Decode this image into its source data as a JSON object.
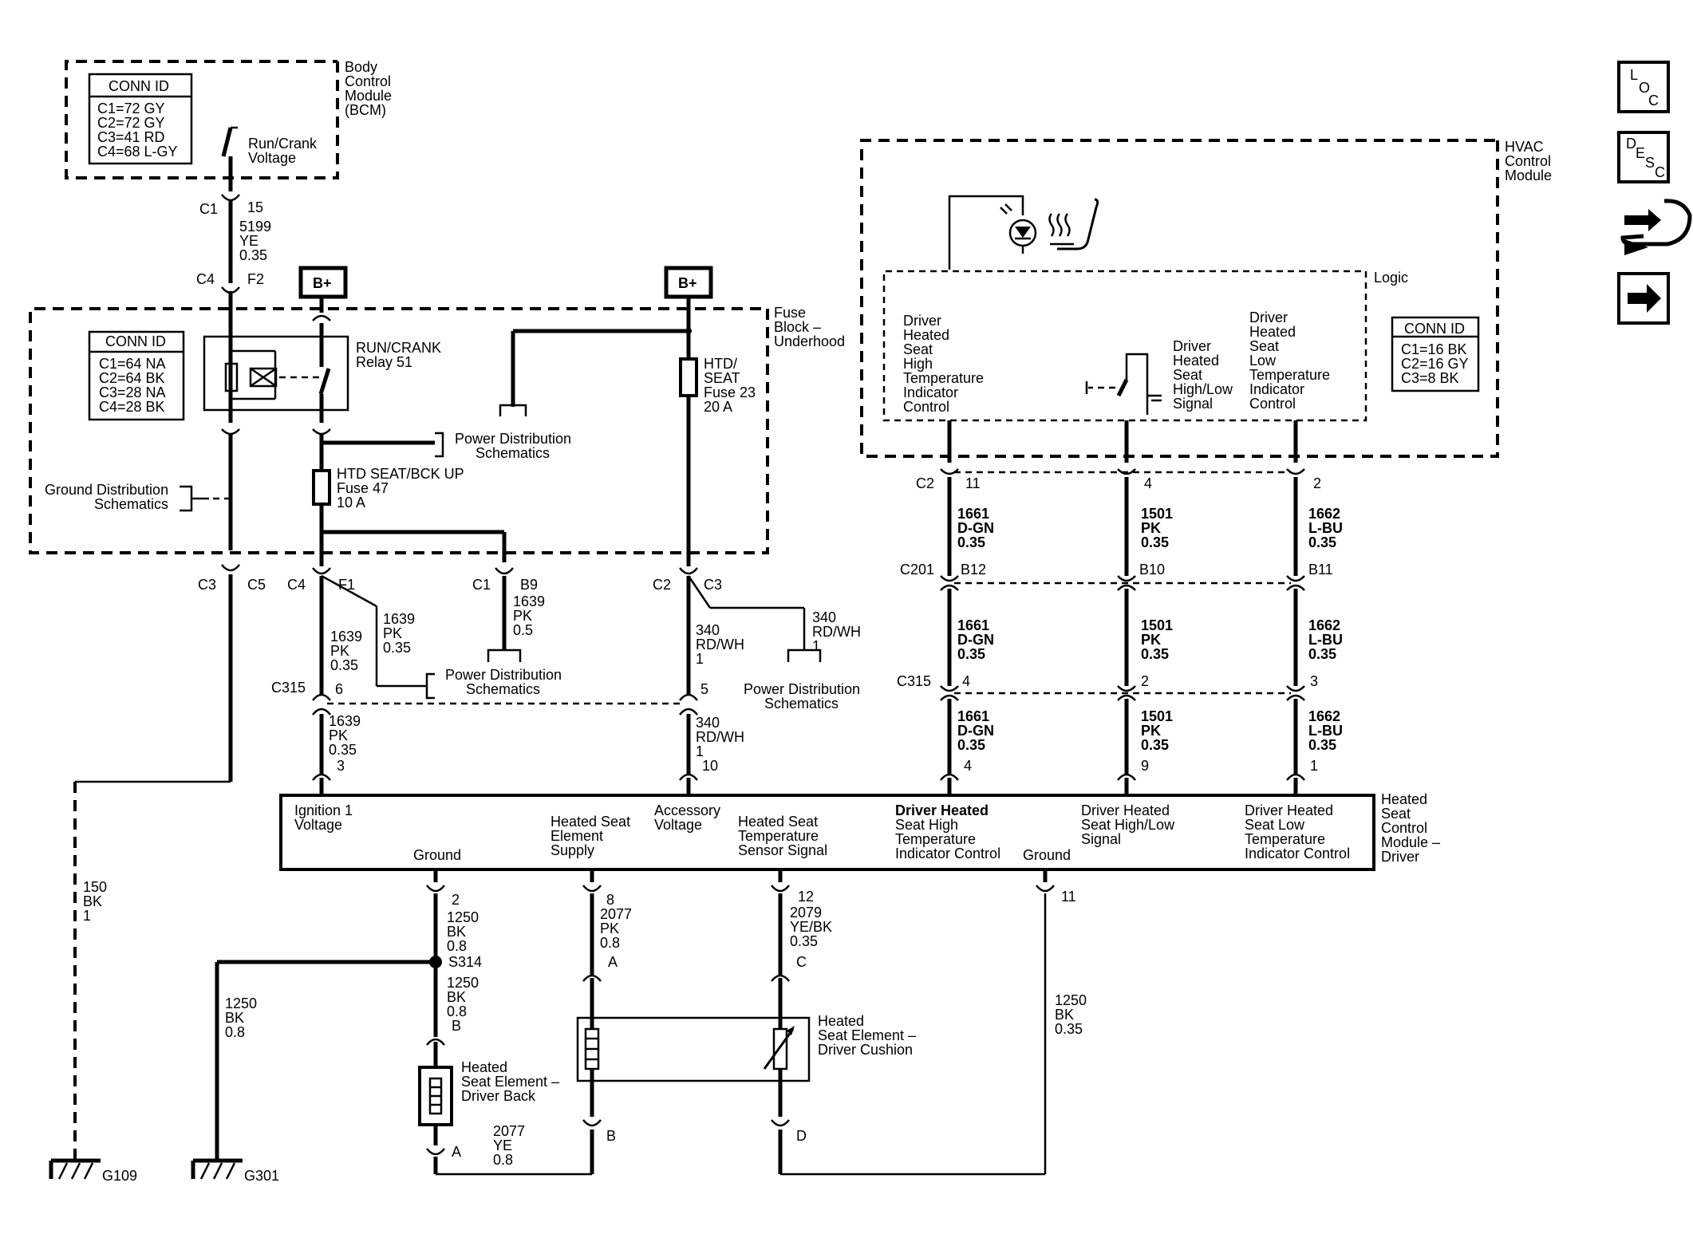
{
  "bcm": {
    "title": [
      "Body",
      "Control",
      "Module",
      "(BCM)"
    ],
    "conn_title": "CONN ID",
    "conn": [
      "C1=72 GY",
      "C2=72 GY",
      "C3=41 RD",
      "C4=68 L-GY"
    ],
    "run_crank": [
      "Run/Crank",
      "Voltage"
    ]
  },
  "fuse_block": {
    "title": [
      "Fuse",
      "Block –",
      "Underhood"
    ],
    "conn_title": "CONN ID",
    "conn": [
      "C1=64 NA",
      "C2=64 BK",
      "C3=28 NA",
      "C4=28 BK"
    ],
    "relay": [
      "RUN/CRANK",
      "Relay 51"
    ],
    "fuse47": [
      "HTD SEAT/BCK UP",
      "Fuse 47",
      "10 A"
    ],
    "fuse23": [
      "HTD/",
      "SEAT",
      "Fuse 23",
      "20 A"
    ],
    "bplus": "B+",
    "power_dist": [
      "Power Distribution",
      "Schematics"
    ],
    "ground_dist": [
      "Ground Distribution",
      "Schematics"
    ]
  },
  "hvac": {
    "title": [
      "HVAC",
      "Control",
      "Module"
    ],
    "logic": "Logic",
    "conn_title": "CONN ID",
    "conn": [
      "C1=16 BK",
      "C2=16 GY",
      "C3=8 BK"
    ],
    "sig_high": [
      "Driver",
      "Heated",
      "Seat",
      "High",
      "Temperature",
      "Indicator",
      "Control"
    ],
    "sig_mid": [
      "Driver",
      "Heated",
      "Seat",
      "High/Low",
      "Signal"
    ],
    "sig_low": [
      "Driver",
      "Heated",
      "Seat",
      "Low",
      "Temperature",
      "Indicator",
      "Control"
    ]
  },
  "module": {
    "title": [
      "Heated",
      "Seat",
      "Control",
      "Module –",
      "Driver"
    ],
    "ign": [
      "Ignition 1",
      "Voltage"
    ],
    "ground": "Ground",
    "elem_supply": [
      "Heated Seat",
      "Element",
      "Supply"
    ],
    "acc": [
      "Accessory",
      "Voltage"
    ],
    "temp_sensor": [
      "Heated Seat",
      "Temperature",
      "Sensor Signal"
    ],
    "high_ind": [
      "Driver Heated",
      "Seat High",
      "Temperature",
      "Indicator Control"
    ],
    "high_low": [
      "Driver Heated",
      "Seat High/Low",
      "Signal"
    ],
    "low_ind": [
      "Driver Heated",
      "Seat Low",
      "Temperature",
      "Indicator Control"
    ]
  },
  "elements": {
    "back": [
      "Heated",
      "Seat Element –",
      "Driver Back"
    ],
    "cushion": [
      "Heated",
      "Seat Element –",
      "Driver Cushion"
    ]
  },
  "connectors": {
    "c1": "C1",
    "c4": "C4",
    "c3": "C3",
    "c5": "C5",
    "c2": "C2",
    "c201": "C201",
    "c315": "C315",
    "f1": "F1",
    "f2": "F2",
    "b9": "B9",
    "b10": "B10",
    "b11": "B11",
    "b12": "B12",
    "s314": "S314",
    "g109": "G109",
    "g301": "G301"
  },
  "pins": {
    "bcm15": "15",
    "c315_6": "6",
    "c315_5": "5",
    "m3": "3",
    "m10": "10",
    "c2_11": "11",
    "c2_4": "4",
    "c2_2": "2",
    "c315_4": "4",
    "c315_2": "2",
    "c315_3": "3",
    "m4": "4",
    "m9": "9",
    "m1": "1",
    "m2": "2",
    "m8": "8",
    "m12": "12",
    "m11": "11",
    "pA": "A",
    "pB": "B",
    "pC": "C",
    "pD": "D"
  },
  "wires": {
    "w5199": [
      "5199",
      "YE",
      "0.35"
    ],
    "w1639a": [
      "1639",
      "PK",
      "0.35"
    ],
    "w1639b": [
      "1639",
      "PK",
      "0.35"
    ],
    "w1639c": [
      "1639",
      "PK",
      "0.5"
    ],
    "w1639d": [
      "1639",
      "PK",
      "0.35"
    ],
    "w340a": [
      "340",
      "RD/WH",
      "1"
    ],
    "w340b": [
      "340",
      "RD/WH",
      "1"
    ],
    "w340c": [
      "340",
      "RD/WH",
      "1"
    ],
    "w1661a": [
      "1661",
      "D-GN",
      "0.35"
    ],
    "w1661b": [
      "1661",
      "D-GN",
      "0.35"
    ],
    "w1661c": [
      "1661",
      "D-GN",
      "0.35"
    ],
    "w1501a": [
      "1501",
      "PK",
      "0.35"
    ],
    "w1501b": [
      "1501",
      "PK",
      "0.35"
    ],
    "w1501c": [
      "1501",
      "PK",
      "0.35"
    ],
    "w1662a": [
      "1662",
      "L-BU",
      "0.35"
    ],
    "w1662b": [
      "1662",
      "L-BU",
      "0.35"
    ],
    "w1662c": [
      "1662",
      "L-BU",
      "0.35"
    ],
    "w150": [
      "150",
      "BK",
      "1"
    ],
    "w1250a": [
      "1250",
      "BK",
      "0.8"
    ],
    "w1250b": [
      "1250",
      "BK",
      "0.8"
    ],
    "w1250c": [
      "1250",
      "BK",
      "0.8"
    ],
    "w1250d": [
      "1250",
      "BK",
      "0.35"
    ],
    "w2077a": [
      "2077",
      "PK",
      "0.8"
    ],
    "w2077b": [
      "2077",
      "YE",
      "0.8"
    ],
    "w2079": [
      "2079",
      "YE/BK",
      "0.35"
    ]
  },
  "side_icons": {
    "loc": [
      "L",
      "O",
      "C"
    ],
    "desc": [
      "D",
      "E",
      "S",
      "C"
    ]
  }
}
